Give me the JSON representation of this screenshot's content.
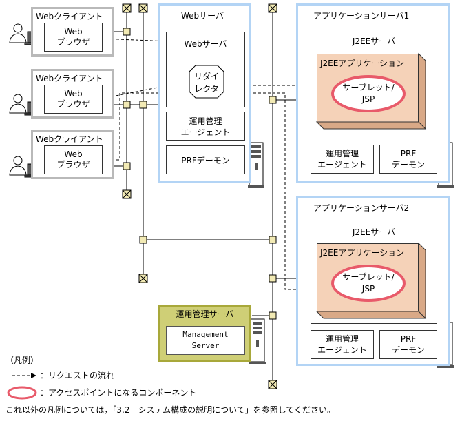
{
  "clients": [
    {
      "label": "Webクライアント",
      "browser": [
        "Web",
        "ブラウザ"
      ]
    },
    {
      "label": "Webクライアント",
      "browser": [
        "Web",
        "ブラウザ"
      ]
    },
    {
      "label": "Webクライアント",
      "browser": [
        "Web",
        "ブラウザ"
      ]
    }
  ],
  "web_server": {
    "label": "Webサーバ",
    "inner_label": "Webサーバ",
    "redirector": [
      "リダイ",
      "レクタ"
    ],
    "agent": [
      "運用管理",
      "エージェント"
    ],
    "daemon": "PRFデーモン"
  },
  "app_servers": [
    {
      "label": "アプリケーションサーバ1",
      "j2ee": "J2EEサーバ",
      "app": "J2EEアプリケーション",
      "servlet": [
        "サーブレット/",
        "JSP"
      ],
      "agent": [
        "運用管理",
        "エージェント"
      ],
      "daemon": [
        "PRF",
        "デーモン"
      ]
    },
    {
      "label": "アプリケーションサーバ2",
      "j2ee": "J2EEサーバ",
      "app": "J2EEアプリケーション",
      "servlet": [
        "サーブレット/",
        "JSP"
      ],
      "agent": [
        "運用管理",
        "エージェント"
      ],
      "daemon": [
        "PRF",
        "デーモン"
      ]
    }
  ],
  "mgmt_server": {
    "label": "運用管理サーバ",
    "box": [
      "Management",
      "Server"
    ]
  },
  "legend": {
    "title": "（凡例）",
    "request_flow": "：リクエストの流れ",
    "access_point": "：アクセスポイントになるコンポーネント",
    "note": "これ以外の凡例については，「3.2　システム構成の説明について」を参照してください。"
  },
  "colors": {
    "client_border": "#b9b9b9",
    "server_border": "#b3d4f5",
    "app_fill": "#f5d2b8",
    "mgmt_fill": "#cfcf76",
    "access_ellipse": "#e85a6a",
    "node": "#f2eab4"
  }
}
